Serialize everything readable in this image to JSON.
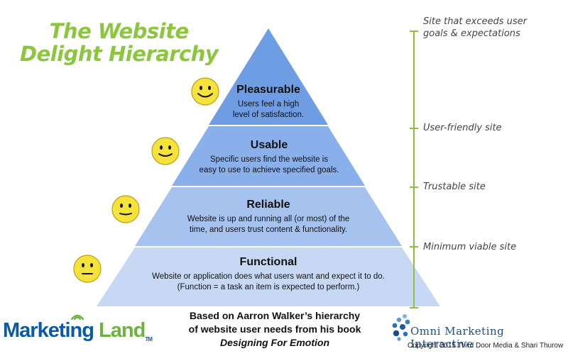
{
  "title": {
    "line1": "The Website",
    "line2": "Delight Hierarchy"
  },
  "layers": [
    {
      "heading": "Pleasurable",
      "description": "Users feel a high\nlevel of satisfaction.",
      "color": "#6e9de4"
    },
    {
      "heading": "Usable",
      "description": "Specific users find the website is\neasy to use to achieve specified goals.",
      "color": "#89b0ea"
    },
    {
      "heading": "Reliable",
      "description": "Website is up and running all (or most) of the\ntime, and users trust content & functionality.",
      "color": "#a6c3ef"
    },
    {
      "heading": "Functional",
      "description": "Website or application does what users want and expect it to do.\n(Function = a task an item is expected to perform.)",
      "color": "#c6d8f3"
    }
  ],
  "faces": [
    {
      "icon": "happy-face-icon"
    },
    {
      "icon": "happy-face-icon"
    },
    {
      "icon": "neutral-smile-face-icon"
    },
    {
      "icon": "flat-face-icon"
    }
  ],
  "scale": {
    "color": "#8cbf3f",
    "labels": [
      "Site that exceeds user\ngoals & expectations",
      "User-friendly site",
      "Trustable site",
      "Minimum viable site"
    ]
  },
  "credit": {
    "line1": "Based on Aarron Walker’s hierarchy",
    "line2": "of website user needs from his book",
    "book": "Designing For Emotion"
  },
  "logos": {
    "marketing_land": {
      "part1": "Marketing ",
      "part2": "Land",
      "tm": "TM"
    },
    "omni": {
      "name": "Omni Marketing Interactive",
      "copyright": "Copyright 2015 Third Door Media &  Shari Thurow"
    }
  }
}
